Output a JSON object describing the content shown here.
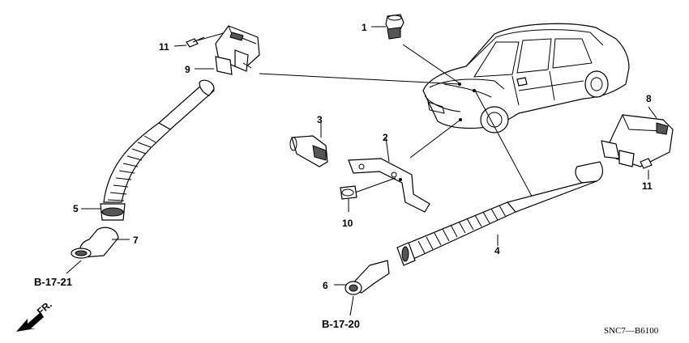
{
  "callouts": [
    "1",
    "2",
    "3",
    "4",
    "5",
    "6",
    "7",
    "8",
    "9",
    "10",
    "11",
    "11"
  ],
  "refs": [
    "B-17-21",
    "B-17-20"
  ],
  "arrow_label": "FR.",
  "diagram_code": "SNC7—B6100"
}
